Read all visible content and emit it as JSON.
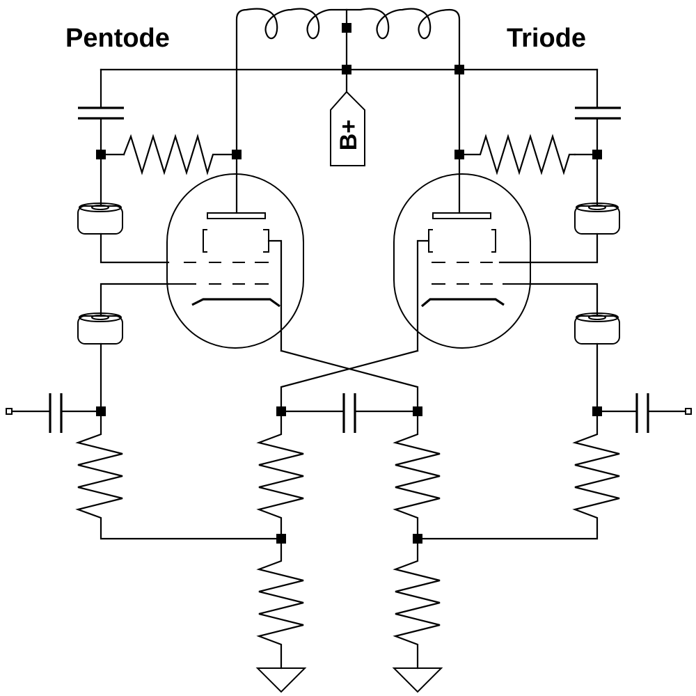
{
  "labels": {
    "left_stage": "Pentode",
    "right_stage": "Triode",
    "supply": "B+"
  }
}
